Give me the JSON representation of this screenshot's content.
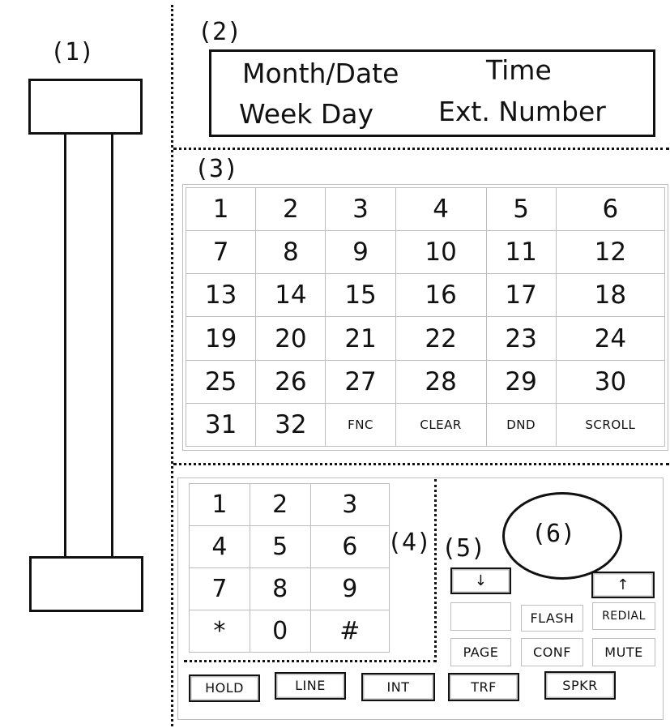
{
  "labels": {
    "handset": "(1)",
    "display": "(2)",
    "function_keys": "(3)",
    "dial_pad": "(4)",
    "volume": "(5)",
    "speaker": "(6)"
  },
  "display": {
    "line1_left": "Month/Date",
    "line1_right": "Time",
    "line2_left": "Week Day",
    "line2_right": "Ext. Number"
  },
  "function_keys": [
    [
      "1",
      "2",
      "3",
      "4",
      "5",
      "6"
    ],
    [
      "7",
      "8",
      "9",
      "10",
      "11",
      "12"
    ],
    [
      "13",
      "14",
      "15",
      "16",
      "17",
      "18"
    ],
    [
      "19",
      "20",
      "21",
      "22",
      "23",
      "24"
    ],
    [
      "25",
      "26",
      "27",
      "28",
      "29",
      "30"
    ],
    [
      "31",
      "32",
      "FNC",
      "CLEAR",
      "DND",
      "SCROLL"
    ]
  ],
  "dial_pad": [
    [
      "1",
      "2",
      "3"
    ],
    [
      "4",
      "5",
      "6"
    ],
    [
      "7",
      "8",
      "9"
    ],
    [
      "*",
      "0",
      "#"
    ]
  ],
  "volume": {
    "down": "↓",
    "up": "↑"
  },
  "buttons": {
    "blank": "",
    "flash": "FLASH",
    "redial": "REDIAL",
    "page": "PAGE",
    "conf": "CONF",
    "mute": "MUTE",
    "hold": "HOLD",
    "line": "LINE",
    "int": "INT",
    "trf": "TRF",
    "spkr": "SPKR"
  }
}
